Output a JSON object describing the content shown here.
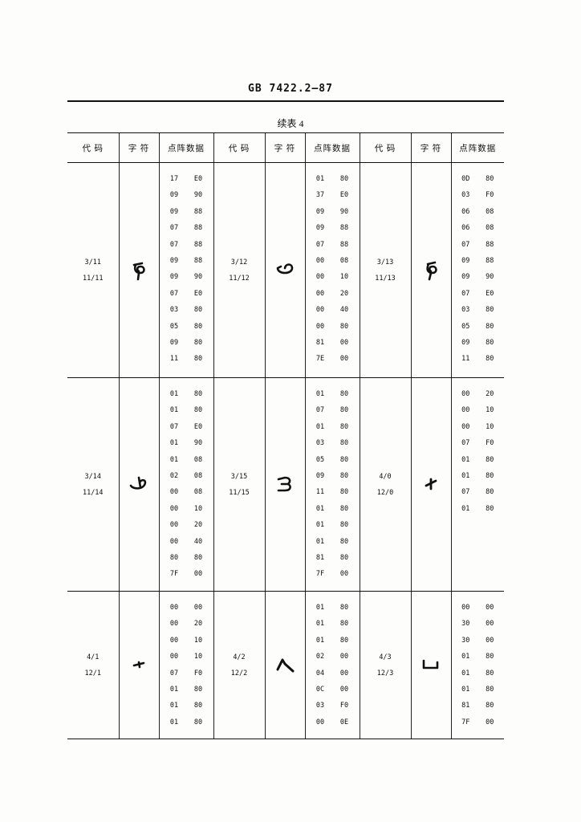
{
  "header": {
    "standard_code": "GB 7422.2—87"
  },
  "table": {
    "title": "续表 4",
    "column_headers": [
      "代 码",
      "字 符",
      "点阵数据",
      "代 码",
      "字 符",
      "点阵数据",
      "代 码",
      "字 符",
      "点阵数据"
    ],
    "groups": [
      {
        "entries": [
          {
            "code": [
              "3/11",
              "11/11"
            ],
            "glyph_icon": "mongolian-glyph-3-11",
            "bytes": [
              [
                "17",
                "E0"
              ],
              [
                "09",
                "90"
              ],
              [
                "09",
                "88"
              ],
              [
                "07",
                "88"
              ],
              [
                "07",
                "88"
              ],
              [
                "09",
                "88"
              ],
              [
                "09",
                "90"
              ],
              [
                "07",
                "E0"
              ],
              [
                "03",
                "80"
              ],
              [
                "05",
                "80"
              ],
              [
                "09",
                "80"
              ],
              [
                "11",
                "80"
              ]
            ]
          },
          {
            "code": [
              "3/12",
              "11/12"
            ],
            "glyph_icon": "mongolian-glyph-3-12",
            "bytes": [
              [
                "01",
                "80"
              ],
              [
                "37",
                "E0"
              ],
              [
                "09",
                "90"
              ],
              [
                "09",
                "88"
              ],
              [
                "07",
                "88"
              ],
              [
                "00",
                "08"
              ],
              [
                "00",
                "10"
              ],
              [
                "00",
                "20"
              ],
              [
                "00",
                "40"
              ],
              [
                "00",
                "80"
              ],
              [
                "81",
                "00"
              ],
              [
                "7E",
                "00"
              ]
            ]
          },
          {
            "code": [
              "3/13",
              "11/13"
            ],
            "glyph_icon": "mongolian-glyph-3-13",
            "bytes": [
              [
                "0D",
                "80"
              ],
              [
                "03",
                "F0"
              ],
              [
                "06",
                "08"
              ],
              [
                "06",
                "08"
              ],
              [
                "07",
                "88"
              ],
              [
                "09",
                "88"
              ],
              [
                "09",
                "90"
              ],
              [
                "07",
                "E0"
              ],
              [
                "03",
                "80"
              ],
              [
                "05",
                "80"
              ],
              [
                "09",
                "80"
              ],
              [
                "11",
                "80"
              ]
            ]
          }
        ]
      },
      {
        "entries": [
          {
            "code": [
              "3/14",
              "11/14"
            ],
            "glyph_icon": "mongolian-glyph-3-14",
            "bytes": [
              [
                "01",
                "80"
              ],
              [
                "01",
                "80"
              ],
              [
                "07",
                "E0"
              ],
              [
                "01",
                "90"
              ],
              [
                "01",
                "08"
              ],
              [
                "02",
                "08"
              ],
              [
                "00",
                "08"
              ],
              [
                "00",
                "10"
              ],
              [
                "00",
                "20"
              ],
              [
                "00",
                "40"
              ],
              [
                "80",
                "80"
              ],
              [
                "7F",
                "00"
              ]
            ]
          },
          {
            "code": [
              "3/15",
              "11/15"
            ],
            "glyph_icon": "mongolian-glyph-3-15",
            "bytes": [
              [
                "01",
                "80"
              ],
              [
                "07",
                "80"
              ],
              [
                "01",
                "80"
              ],
              [
                "03",
                "80"
              ],
              [
                "05",
                "80"
              ],
              [
                "09",
                "80"
              ],
              [
                "11",
                "80"
              ],
              [
                "01",
                "80"
              ],
              [
                "01",
                "80"
              ],
              [
                "01",
                "80"
              ],
              [
                "81",
                "80"
              ],
              [
                "7F",
                "00"
              ]
            ]
          },
          {
            "code": [
              "4/0",
              "12/0"
            ],
            "glyph_icon": "mongolian-glyph-4-0",
            "bytes": [
              [
                "00",
                "20"
              ],
              [
                "00",
                "10"
              ],
              [
                "00",
                "10"
              ],
              [
                "07",
                "F0"
              ],
              [
                "01",
                "80"
              ],
              [
                "01",
                "80"
              ],
              [
                "07",
                "80"
              ],
              [
                "01",
                "80"
              ]
            ]
          }
        ]
      },
      {
        "entries": [
          {
            "code": [
              "4/1",
              "12/1"
            ],
            "glyph_icon": "mongolian-glyph-4-1",
            "bytes": [
              [
                "00",
                "00"
              ],
              [
                "00",
                "20"
              ],
              [
                "00",
                "10"
              ],
              [
                "00",
                "10"
              ],
              [
                "07",
                "F0"
              ],
              [
                "01",
                "80"
              ],
              [
                "01",
                "80"
              ],
              [
                "01",
                "80"
              ]
            ]
          },
          {
            "code": [
              "4/2",
              "12/2"
            ],
            "glyph_icon": "mongolian-glyph-4-2",
            "bytes": [
              [
                "01",
                "80"
              ],
              [
                "01",
                "80"
              ],
              [
                "01",
                "80"
              ],
              [
                "02",
                "00"
              ],
              [
                "04",
                "00"
              ],
              [
                "0C",
                "00"
              ],
              [
                "03",
                "F0"
              ],
              [
                "00",
                "0E"
              ]
            ]
          },
          {
            "code": [
              "4/3",
              "12/3"
            ],
            "glyph_icon": "mongolian-glyph-4-3",
            "bytes": [
              [
                "00",
                "00"
              ],
              [
                "30",
                "00"
              ],
              [
                "30",
                "00"
              ],
              [
                "01",
                "80"
              ],
              [
                "01",
                "80"
              ],
              [
                "01",
                "80"
              ],
              [
                "81",
                "80"
              ],
              [
                "7F",
                "00"
              ]
            ]
          }
        ]
      }
    ]
  }
}
